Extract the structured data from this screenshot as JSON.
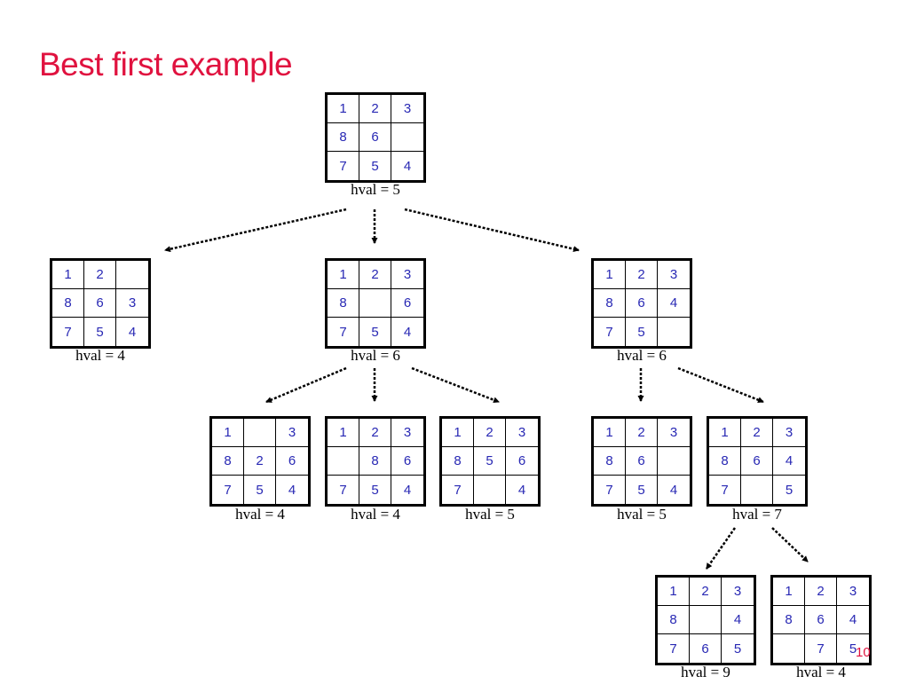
{
  "slide": {
    "title": "Best first example",
    "page_number": "10"
  },
  "nodes": [
    {
      "id": "n0",
      "tiles": [
        "1",
        "2",
        "3",
        "8",
        "6",
        "",
        "7",
        "5",
        "4"
      ],
      "hval": "hval = 5"
    },
    {
      "id": "n1",
      "tiles": [
        "1",
        "2",
        "",
        "8",
        "6",
        "3",
        "7",
        "5",
        "4"
      ],
      "hval": "hval = 4"
    },
    {
      "id": "n2",
      "tiles": [
        "1",
        "2",
        "3",
        "8",
        "",
        "6",
        "7",
        "5",
        "4"
      ],
      "hval": "hval = 6"
    },
    {
      "id": "n3",
      "tiles": [
        "1",
        "2",
        "3",
        "8",
        "6",
        "4",
        "7",
        "5",
        ""
      ],
      "hval": "hval = 6"
    },
    {
      "id": "n4",
      "tiles": [
        "1",
        "",
        "3",
        "8",
        "2",
        "6",
        "7",
        "5",
        "4"
      ],
      "hval": "hval = 4"
    },
    {
      "id": "n5",
      "tiles": [
        "1",
        "2",
        "3",
        "",
        "8",
        "6",
        "7",
        "5",
        "4"
      ],
      "hval": "hval = 4"
    },
    {
      "id": "n6",
      "tiles": [
        "1",
        "2",
        "3",
        "8",
        "5",
        "6",
        "7",
        "",
        "4"
      ],
      "hval": "hval = 5"
    },
    {
      "id": "n7",
      "tiles": [
        "1",
        "2",
        "3",
        "8",
        "6",
        "",
        "7",
        "5",
        "4"
      ],
      "hval": "hval = 5"
    },
    {
      "id": "n8",
      "tiles": [
        "1",
        "2",
        "3",
        "8",
        "6",
        "4",
        "7",
        "",
        "5"
      ],
      "hval": "hval = 7"
    },
    {
      "id": "n9",
      "tiles": [
        "1",
        "2",
        "3",
        "8",
        "",
        "4",
        "7",
        "6",
        "5"
      ],
      "hval": "hval = 9"
    },
    {
      "id": "n10",
      "tiles": [
        "1",
        "2",
        "3",
        "8",
        "6",
        "4",
        "",
        "7",
        "5"
      ],
      "hval": "hval = 4"
    }
  ],
  "edges": [
    {
      "from": "n0",
      "to": "n1"
    },
    {
      "from": "n0",
      "to": "n2"
    },
    {
      "from": "n0",
      "to": "n3"
    },
    {
      "from": "n2",
      "to": "n4"
    },
    {
      "from": "n2",
      "to": "n5"
    },
    {
      "from": "n2",
      "to": "n6"
    },
    {
      "from": "n3",
      "to": "n7"
    },
    {
      "from": "n3",
      "to": "n8"
    },
    {
      "from": "n8",
      "to": "n9"
    },
    {
      "from": "n8",
      "to": "n10"
    }
  ]
}
